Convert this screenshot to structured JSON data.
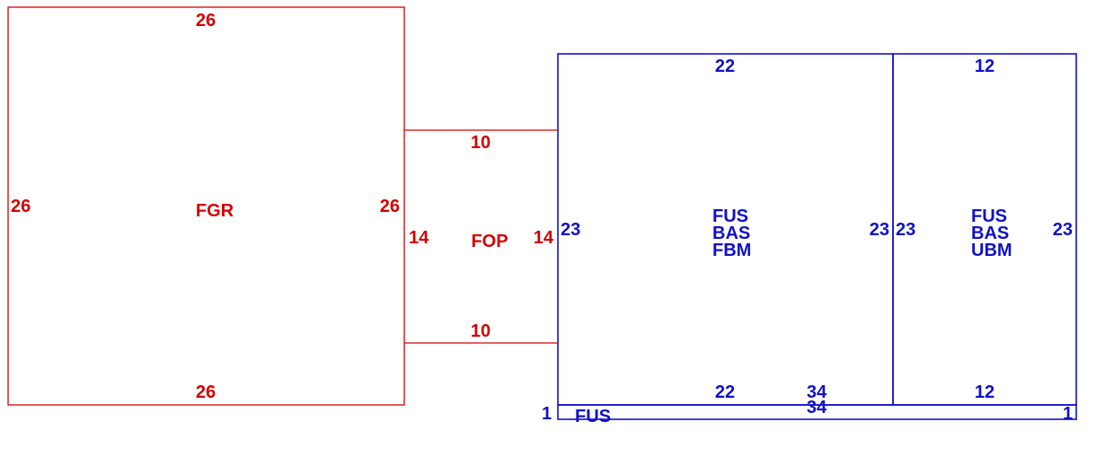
{
  "colors": {
    "red": "#d40000",
    "blue": "#1010c8"
  },
  "areas": {
    "fgr": {
      "name": "FGR",
      "top": "26",
      "bottom": "26",
      "left": "26",
      "right": "26"
    },
    "fop": {
      "name": "FOP",
      "top": "10",
      "bottom": "10",
      "left": "14",
      "right": "14"
    },
    "fbm": {
      "lines": [
        "FUS",
        "BAS",
        "FBM"
      ],
      "top": "22",
      "bottom": "22",
      "left": "23",
      "right": "23"
    },
    "ubm": {
      "lines": [
        "FUS",
        "BAS",
        "UBM"
      ],
      "top": "12",
      "bottom": "12",
      "left": "23",
      "right": "23"
    },
    "fus_strip": {
      "name": "FUS",
      "left": "1",
      "right": "1",
      "top": "34",
      "bottom": "34"
    }
  }
}
